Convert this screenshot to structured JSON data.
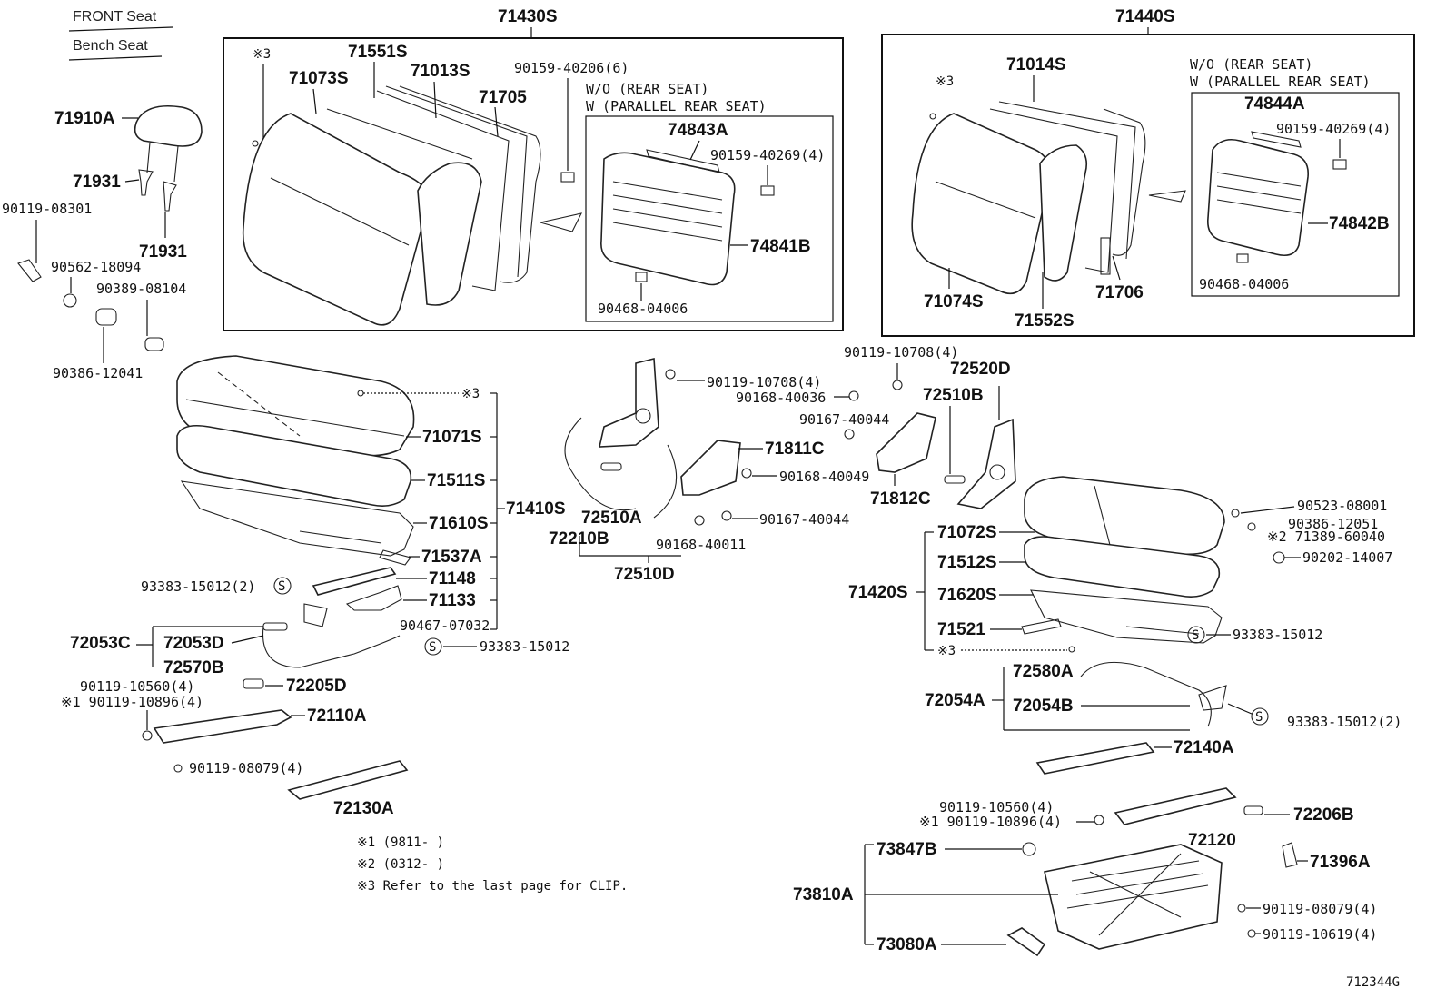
{
  "header": {
    "line1": "FRONT Seat",
    "line2": "Bench Seat"
  },
  "assemblies": {
    "left_back": "71430S",
    "right_back": "71440S",
    "left_cushion": "71410S",
    "right_cushion": "71420S"
  },
  "notes": {
    "condition_left_1": "W/O (REAR SEAT)",
    "condition_left_2": "W (PARALLEL REAR SEAT)",
    "condition_right_1": "W/O (REAR SEAT)",
    "condition_right_2": "W (PARALLEL REAR SEAT)",
    "footnote_1": "※1 (9811-   )",
    "footnote_2": "※2 (0312-   )",
    "footnote_3": "※3 Refer to the last page for CLIP.",
    "clip_mark": "※3",
    "drawing_number": "712344G"
  },
  "part_labels": {
    "p71551S": "71551S",
    "p71073S": "71073S",
    "p71013S": "71013S",
    "p71705": "71705",
    "p90159_40206": "90159-40206(6)",
    "p74843A": "74843A",
    "p90159_40269a": "90159-40269(4)",
    "p74841B": "74841B",
    "p90468_a": "90468-04006",
    "p71014S": "71014S",
    "p74844A": "74844A",
    "p90159_40269b": "90159-40269(4)",
    "p74842B": "74842B",
    "p90468_b": "90468-04006",
    "p71074S": "71074S",
    "p71552S": "71552S",
    "p71706": "71706",
    "p71910A": "71910A",
    "p71931a": "71931",
    "p71931b": "71931",
    "p90119_08301": "90119-08301",
    "p90562": "90562-18094",
    "p90389": "90389-08104",
    "p90386_12041": "90386-12041",
    "p71071S": "71071S",
    "p71511S": "71511S",
    "p71610S": "71610S",
    "p71537A": "71537A",
    "p71148": "71148",
    "p71133": "71133",
    "p93383_2": "93383-15012(2)",
    "p90467": "90467-07032",
    "p93383_a": "93383-15012",
    "p72053C": "72053C",
    "p72053D": "72053D",
    "p72570B": "72570B",
    "p90119_10560a": "90119-10560(4)",
    "p90119_10896a": "※1 90119-10896(4)",
    "p72205D": "72205D",
    "p72110A": "72110A",
    "p90119_08079a": "90119-08079(4)",
    "p72130A": "72130A",
    "p90119_10708a": "90119-10708(4)",
    "p72510A": "72510A",
    "p72210B": "72210B",
    "p72510D_a": "72510D",
    "p90168_40011": "90168-40011",
    "p90168_40036": "90168-40036",
    "p90167_40044a": "90167-40044",
    "p71811C": "71811C",
    "p90168_40049": "90168-40049",
    "p90167_40044b": "90167-40044",
    "p71812C": "71812C",
    "p90119_10708b": "90119-10708(4)",
    "p72520D": "72520D",
    "p72510B": "72510B",
    "p71072S": "71072S",
    "p71512S": "71512S",
    "p71620S": "71620S",
    "p71521": "71521",
    "p90523": "90523-08001",
    "p90386_12051": "90386-12051",
    "p71389": "※2 71389-60040",
    "p90202": "90202-14007",
    "p93383_b": "93383-15012",
    "p72580A": "72580A",
    "p72054A": "72054A",
    "p72054B": "72054B",
    "p93383_c": "93383-15012(2)",
    "p72140A": "72140A",
    "p90119_10560b": "90119-10560(4)",
    "p90119_10896b": "※1 90119-10896(4)",
    "p72206B": "72206B",
    "p72120": "72120",
    "p73847B": "73847B",
    "p71396A": "71396A",
    "p73810A": "73810A",
    "p90119_08079b": "90119-08079(4)",
    "p73080A": "73080A",
    "p90119_10619": "90119-10619(4)"
  },
  "symbols": {
    "supply_mark": "S"
  }
}
